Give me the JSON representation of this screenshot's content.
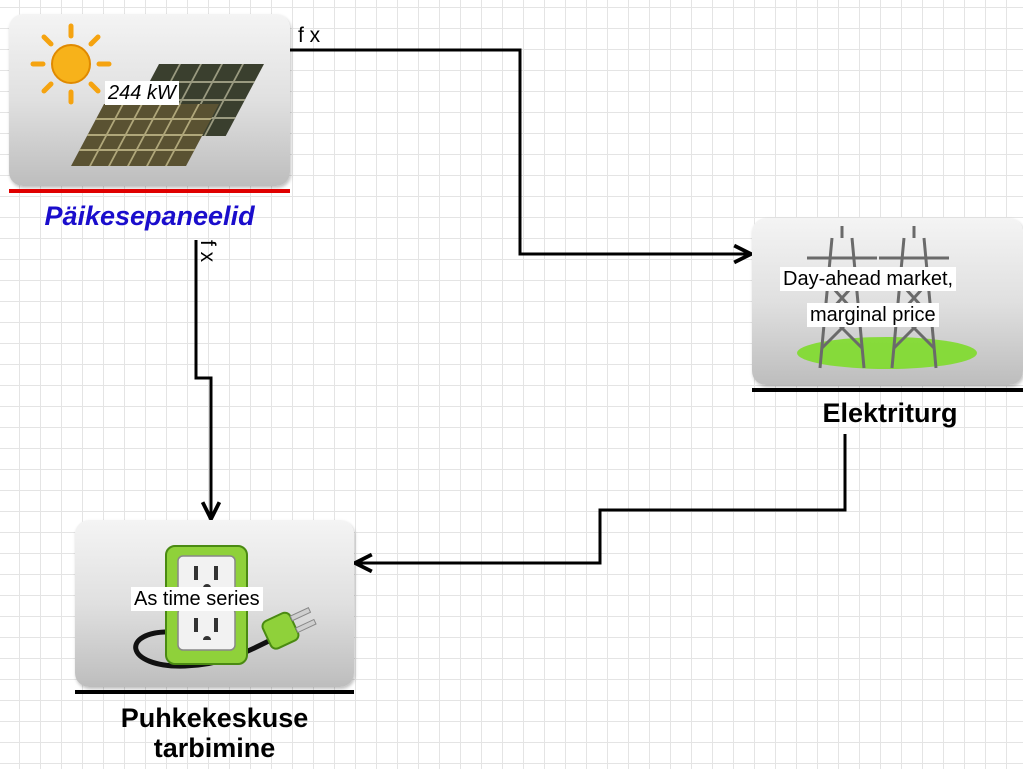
{
  "nodes": {
    "solar": {
      "title": "Päikesepaneelid",
      "tag": "244 kW",
      "icon": "solar-panel-icon",
      "underline_color": "#e00000",
      "title_color": "#1a0dcc"
    },
    "grid": {
      "title": "Elektriturg",
      "tag_line1": "Day-ahead market,",
      "tag_line2": "marginal price",
      "icon": "power-tower-icon",
      "underline_color": "#000000"
    },
    "load": {
      "title_line1": "Puhkekeskuse",
      "title_line2": "tarbimine",
      "tag": "As time series",
      "icon": "power-outlet-icon",
      "underline_color": "#000000"
    }
  },
  "connections": [
    {
      "from": "Päikesepaneelid",
      "to": "Elektriturg",
      "label": "f x"
    },
    {
      "from": "Päikesepaneelid",
      "to": "Puhkekeskuse tarbimine",
      "label": "f x"
    },
    {
      "from": "Elektriturg",
      "to": "Puhkekeskuse tarbimine",
      "label": ""
    }
  ]
}
